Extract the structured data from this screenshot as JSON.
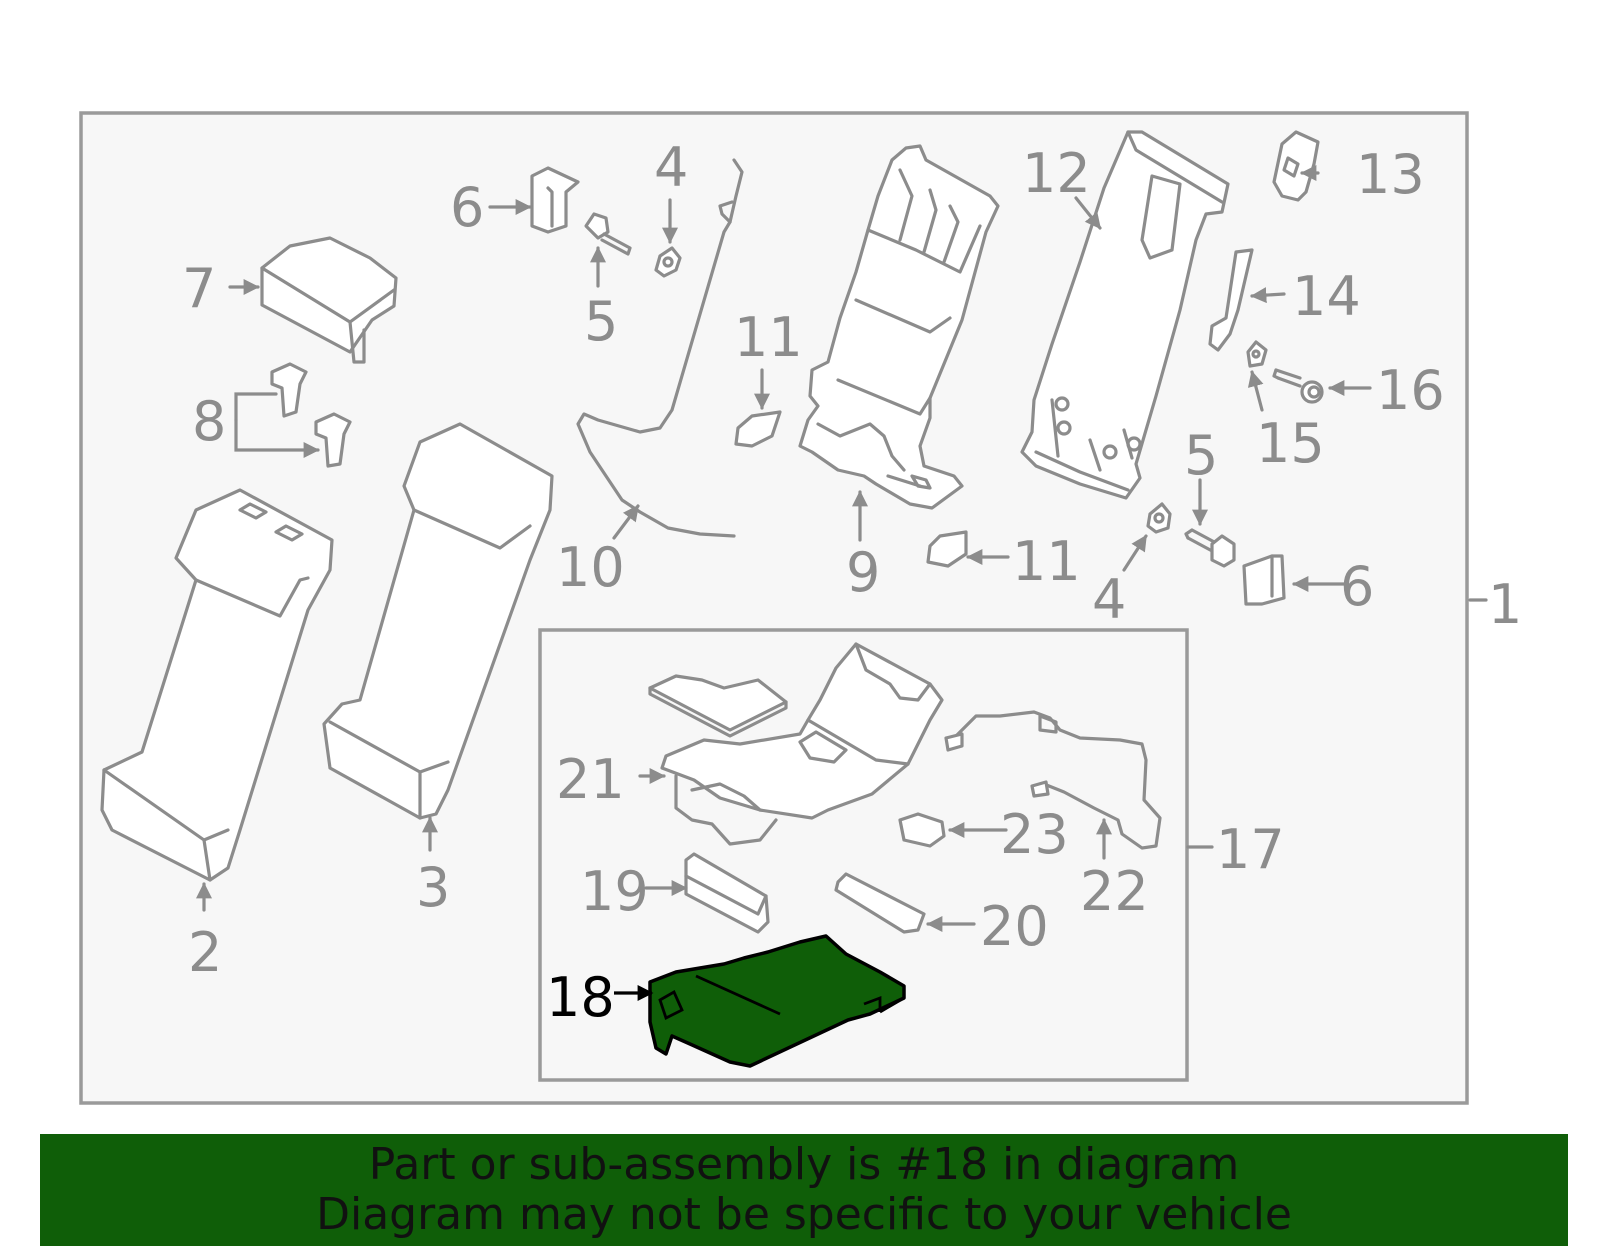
{
  "diagram": {
    "highlight_color": "#0f5e08",
    "highlighted_part": "18",
    "callouts": {
      "c1": "1",
      "c2": "2",
      "c3": "3",
      "c4a": "4",
      "c4b": "4",
      "c5a": "5",
      "c5b": "5",
      "c6a": "6",
      "c6b": "6",
      "c7": "7",
      "c8": "8",
      "c9": "9",
      "c10": "10",
      "c11a": "11",
      "c11b": "11",
      "c12": "12",
      "c13": "13",
      "c14": "14",
      "c15": "15",
      "c16": "16",
      "c17": "17",
      "c18": "18",
      "c19": "19",
      "c20": "20",
      "c21": "21",
      "c22": "22",
      "c23": "23"
    }
  },
  "banner": {
    "line1": "Part or sub-assembly is #18 in diagram",
    "line2": "Diagram may not be specific to your vehicle"
  }
}
